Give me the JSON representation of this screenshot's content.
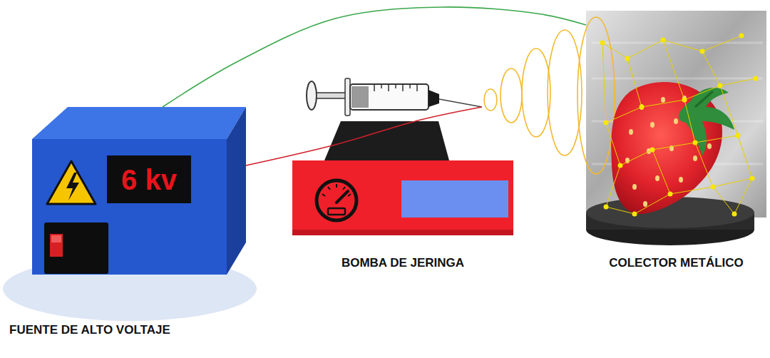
{
  "diagram": {
    "nodes": [
      {
        "text": [
          "6 kv",
          "FUENTE DE ALTO VOLTAJE"
        ]
      },
      {
        "text": [
          "BOMBA DE JERINGA"
        ]
      },
      {
        "text": [
          "COLECTOR METÁLICO"
        ]
      }
    ],
    "edges": [
      {
        "from": 0,
        "to": 2,
        "arrow": "none"
      },
      {
        "from": 0,
        "to": 1,
        "arrow": "none"
      }
    ]
  }
}
